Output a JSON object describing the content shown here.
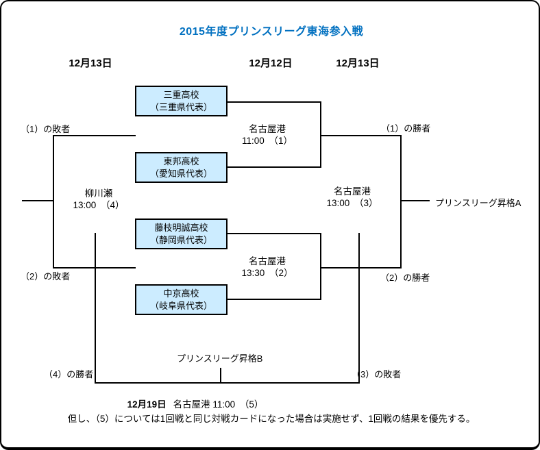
{
  "title": "2015年度プリンスリーグ東海参入戦",
  "colors": {
    "title_blue": "#0070C0",
    "team_box_fill": "#CCECFF",
    "line": "#000000"
  },
  "date_columns": [
    {
      "label": "12月13日",
      "position": "left"
    },
    {
      "label": "12月12日",
      "position": "center"
    },
    {
      "label": "12月13日",
      "position": "right"
    }
  ],
  "teams": [
    {
      "name": "三重高校",
      "region": "（三重県代表）"
    },
    {
      "name": "東邦高校",
      "region": "（愛知県代表）"
    },
    {
      "name": "藤枝明誠高校",
      "region": "（静岡県代表）"
    },
    {
      "name": "中京高校",
      "region": "（岐阜県代表）"
    }
  ],
  "matches": [
    {
      "venue": "名古屋港",
      "time": "11:00　（1）"
    },
    {
      "venue": "名古屋港",
      "time": "13:30　（2）"
    },
    {
      "venue": "名古屋港",
      "time": "13:00　（3）"
    },
    {
      "venue": "柳川瀬",
      "time": "13:00　（4）"
    }
  ],
  "labels": {
    "loser1": "（1）の敗者",
    "loser2": "（2）の敗者",
    "winner1": "（1）の勝者",
    "winner2": "（2）の勝者",
    "winner4": "（4）の勝者",
    "loser3": "（3）の敗者",
    "promotion_a": "プリンスリーグ昇格A",
    "promotion_b": "プリンスリーグ昇格B"
  },
  "match5": {
    "date": "12月19日",
    "detail": "名古屋港 11:00　（5）"
  },
  "note": "但し、（5）については1回戦と同じ対戦カードになった場合は実施せず、1回戦の結果を優先する。"
}
